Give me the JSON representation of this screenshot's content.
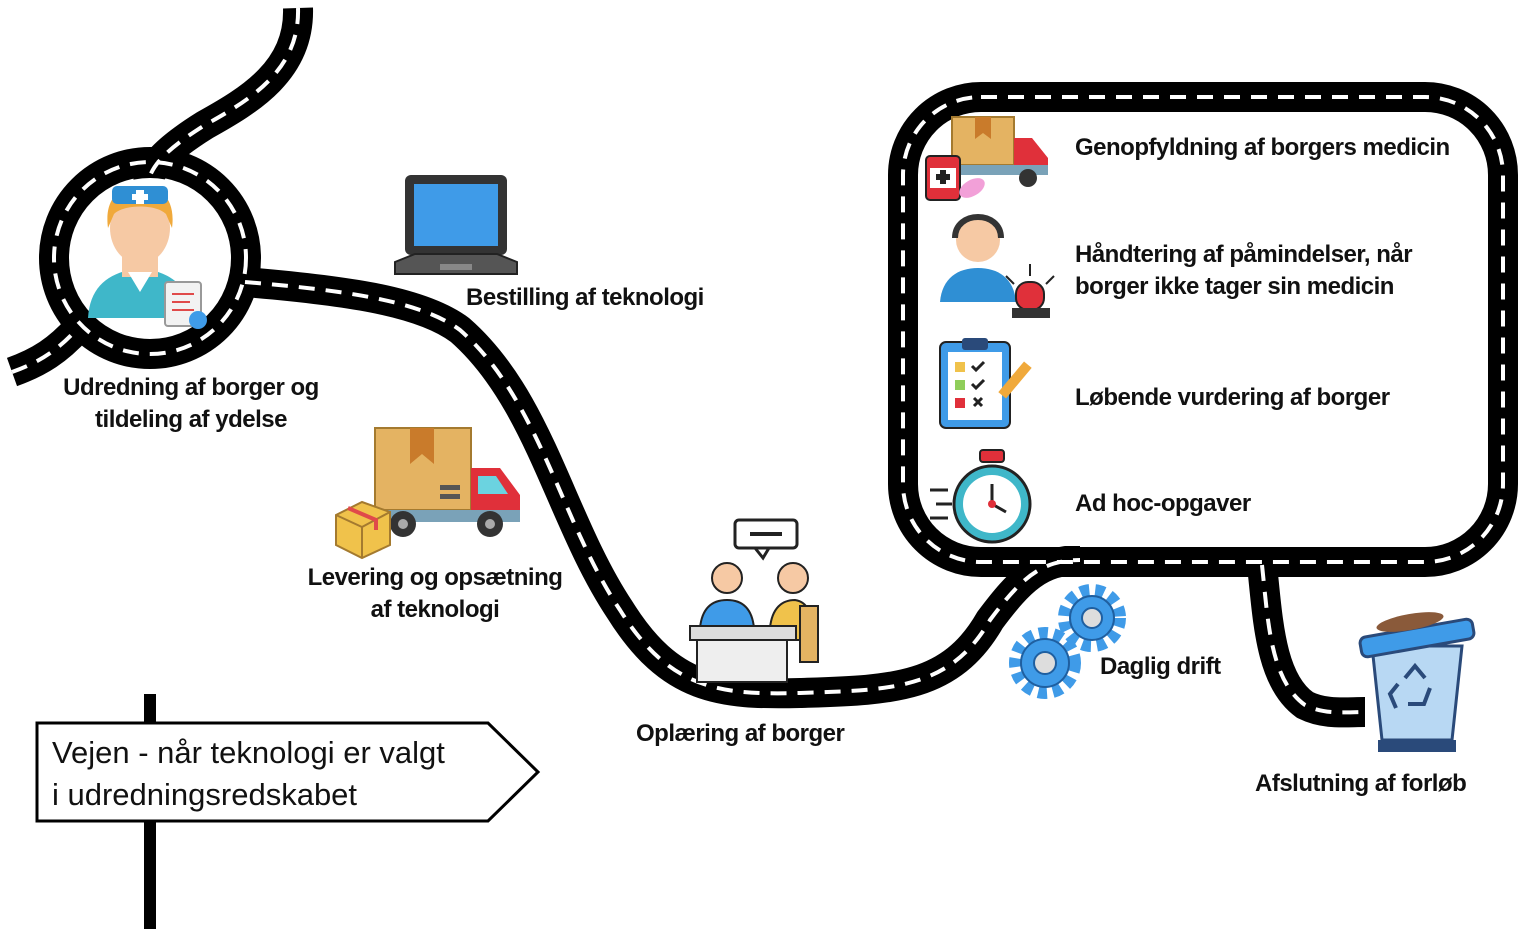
{
  "steps": {
    "assessment": [
      "Udredning af borger og",
      "tildeling af ydelse"
    ],
    "ordering": "Bestilling af teknologi",
    "delivery": [
      "Levering og opsætning",
      "af teknologi"
    ],
    "training": "Oplæring af borger",
    "daily_operation": "Daglig drift",
    "closing": "Afslutning af forløb"
  },
  "daily_tasks": [
    {
      "label": "Genopfyldning af borgers medicin",
      "icon": "medicine-delivery-truck-icon"
    },
    {
      "label": [
        "Håndtering af påmindelser, når",
        "borger ikke tager sin medicin"
      ],
      "icon": "call-center-alarm-icon"
    },
    {
      "label": "Løbende vurdering af borger",
      "icon": "clipboard-checklist-icon"
    },
    {
      "label": "Ad hoc-opgaver",
      "icon": "stopwatch-icon"
    }
  ],
  "signpost": [
    "Vejen - når teknologi er valgt",
    "i udredningsredskabet"
  ],
  "colors": {
    "road": "#000000",
    "dash": "#ffffff",
    "accent_blue": "#3f9be8",
    "box": "#e4b362",
    "truck_red": "#e0303a"
  }
}
